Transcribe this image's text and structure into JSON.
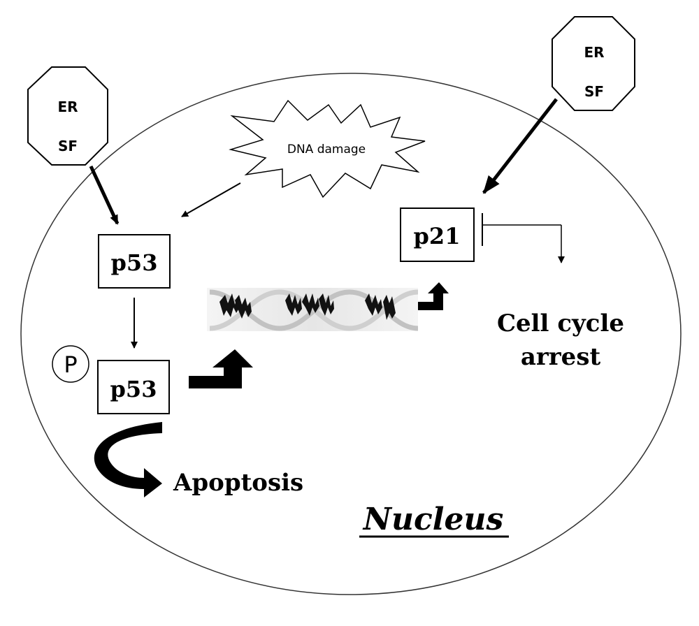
{
  "diagram": {
    "compartment_label": "Nucleus",
    "stress_factor_left": {
      "line1": "ER",
      "line2": "SF"
    },
    "stress_factor_right": {
      "line1": "ER",
      "line2": "SF"
    },
    "dna_damage_label": "DNA damage",
    "p53_label": "p53",
    "phospho_p53_label": "p53",
    "phosphate_label": "P",
    "p21_label": "p21",
    "cell_cycle_line1": "Cell cycle",
    "cell_cycle_line2": "arrest",
    "apoptosis_label": "Apoptosis"
  }
}
